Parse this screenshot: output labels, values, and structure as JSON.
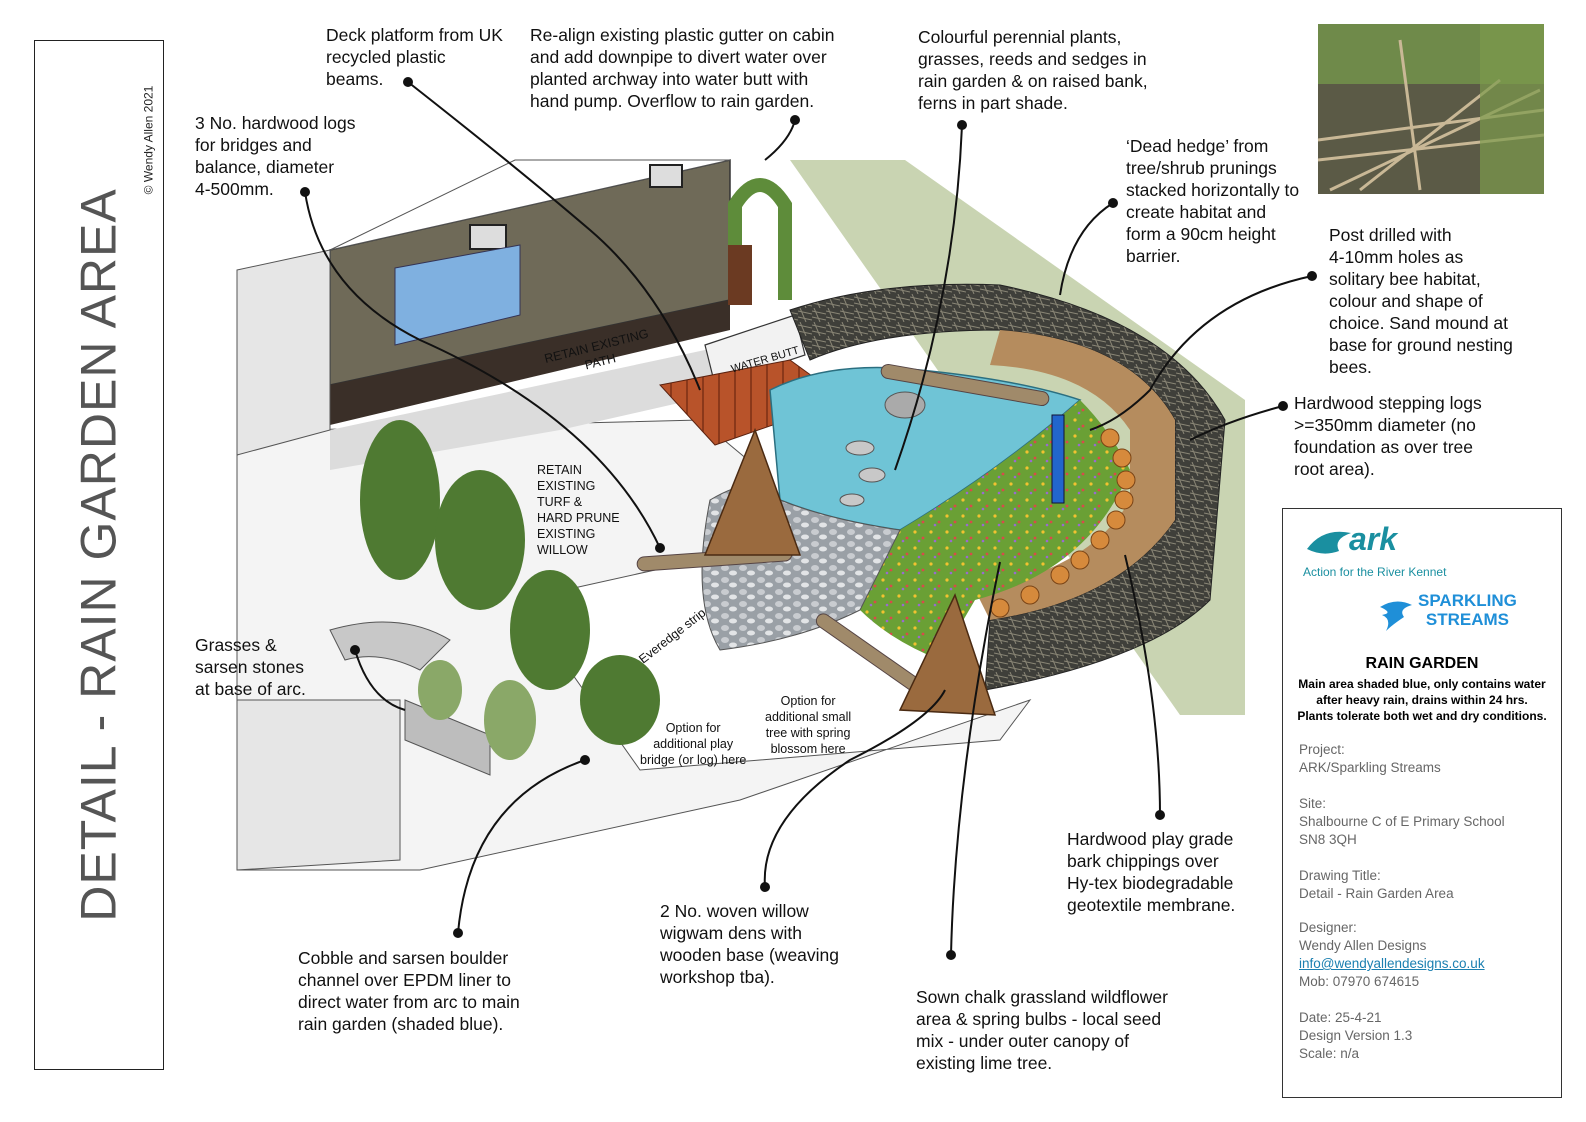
{
  "page_title": "DETAIL - RAIN GARDEN  AREA",
  "copyright": "© Wendy Allen 2021",
  "callouts": {
    "deck": "Deck platform from UK\nrecycled plastic\nbeams.",
    "gutter": "Re-align existing plastic gutter on cabin\nand add downpipe to divert water over\nplanted archway into water butt with\nhand pump. Overflow to rain garden.",
    "perennials": "Colourful perennial plants,\ngrasses, reeds and sedges in\nrain garden & on raised bank,\nferns in part shade.",
    "logs": "3 No. hardwood logs\nfor bridges and\nbalance, diameter\n4-500mm.",
    "dead_hedge": "‘Dead hedge’ from\ntree/shrub prunings\nstacked horizontally to\ncreate habitat and\nform a 90cm height\nbarrier.",
    "post": "Post drilled with\n4-10mm holes as\nsolitary bee habitat,\ncolour and shape of\nchoice. Sand mound at\nbase for ground nesting\nbees.",
    "stepping_logs": "Hardwood stepping logs\n>=350mm diameter (no\nfoundation as over tree\nroot area).",
    "grasses": "Grasses &\nsarsen stones\nat base of arc.",
    "bark": "Hardwood play grade\nbark chippings over\nHy-tex biodegradable\ngeotextile membrane.",
    "wigwam": "2 No. woven willow\nwigwam dens with\nwooden base (weaving\nworkshop tba).",
    "cobble": "Cobble and sarsen boulder\nchannel over EPDM liner to\ndirect water from arc to main\nrain garden (shaded blue).",
    "wildflower": "Sown chalk grassland wildflower\narea & spring bulbs - local seed\nmix - under outer canopy of\nexisting lime tree."
  },
  "sketch_labels": {
    "retain_path": "RETAIN EXISTING\nPATH",
    "water_butt": "WATER BUTT",
    "retain_turf": "RETAIN\nEXISTING\nTURF &\nHARD PRUNE\nEXISTING\nWILLOW",
    "everedge": "Everedge strip",
    "option_bridge": "Option for\nadditional play\nbridge (or log) here",
    "option_tree": "Option for\nadditional small\ntree with spring\nblossom here"
  },
  "title_block": {
    "ark_logo": "ark",
    "ark_tagline": "Action for the River Kennet",
    "sparkling_logo": "SPARKLING\nSTREAMS",
    "heading": "RAIN GARDEN",
    "note": "Main area shaded blue, only contains water\nafter heavy rain, drains within 24 hrs.\nPlants tolerate both wet and dry conditions.",
    "project": "Project:\nARK/Sparkling Streams",
    "site": "Site:\nShalbourne C of E Primary School\nSN8 3QH",
    "drawing_title": "Drawing Title:\nDetail - Rain Garden Area",
    "designer_label": "Designer:\nWendy Allen Designs",
    "email": "info@wendyallendesigns.co.uk",
    "mobile": "Mob: 07970 674615",
    "date_block": "Date: 25-4-21\nDesign Version 1.3\nScale: n/a"
  },
  "colors": {
    "lawn": "#c9d4b2",
    "water": "#6fc4d6",
    "bark": "#b58c5e",
    "hedge": "#4a4a44",
    "deck": "#b8532a",
    "cabin": "#6f6a58",
    "ark_teal": "#1a8fa0",
    "sparkling_blue": "#1f8fd8",
    "link": "#1a7fb0"
  }
}
